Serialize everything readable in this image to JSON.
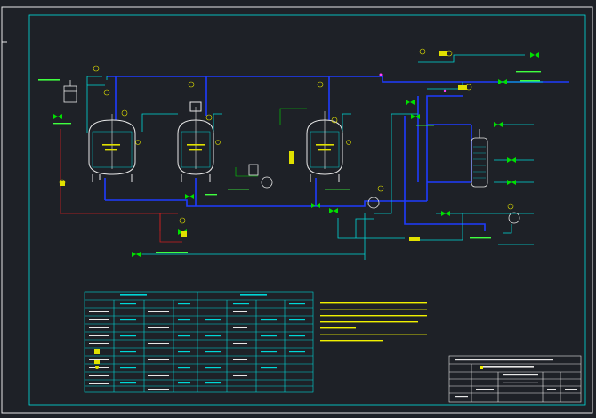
{
  "colors": {
    "background": "#1e2127",
    "frame": "#e8e8e8",
    "drawing_border": "#00e0e0",
    "main_pipe": "#1f3cff",
    "cooling_pipe": "#00d8d8",
    "steam_pipe": "#d02020",
    "instrument": "#e0e000",
    "valve": "#00e000",
    "tank_outline": "#e8e8e8",
    "text_green": "#40ff40",
    "text_yellow": "#f0f000",
    "magenta": "#ff40ff"
  },
  "tanks": [
    {
      "id": "tank-1"
    },
    {
      "id": "tank-2"
    },
    {
      "id": "tank-3"
    }
  ],
  "legend_table": {
    "rows": 10
  },
  "notes": {
    "lines": 7
  },
  "title_block": {
    "rows": 6
  }
}
